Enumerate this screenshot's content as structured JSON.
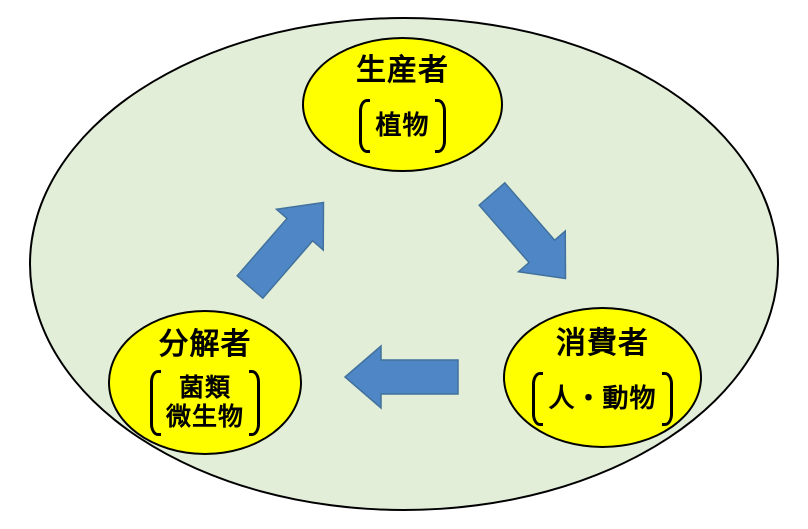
{
  "diagram": {
    "title": "ecosystem-material-cycle",
    "nodes": {
      "producer": {
        "title": "生産者",
        "sub": "植物"
      },
      "consumer": {
        "title": "消費者",
        "sub": "人・動物"
      },
      "decomposer": {
        "title": "分解者",
        "sub_line1": "菌類",
        "sub_line2": "微生物"
      }
    },
    "arrows": [
      {
        "name": "producer-to-consumer",
        "direction": "down-right"
      },
      {
        "name": "consumer-to-decomposer",
        "direction": "left"
      },
      {
        "name": "decomposer-to-producer",
        "direction": "up-right"
      }
    ],
    "icons": {
      "left_bracket": "〔",
      "right_bracket": "〕"
    },
    "colors": {
      "page_background": "#FFFFFF",
      "ecosystem_fill": "#E2EED8",
      "ecosystem_border": "#000000",
      "node_fill": "#FFFF00",
      "node_border": "#000000",
      "arrow_fill": "#4F86C6",
      "arrow_border": "#41719C",
      "text": "#000000"
    }
  }
}
